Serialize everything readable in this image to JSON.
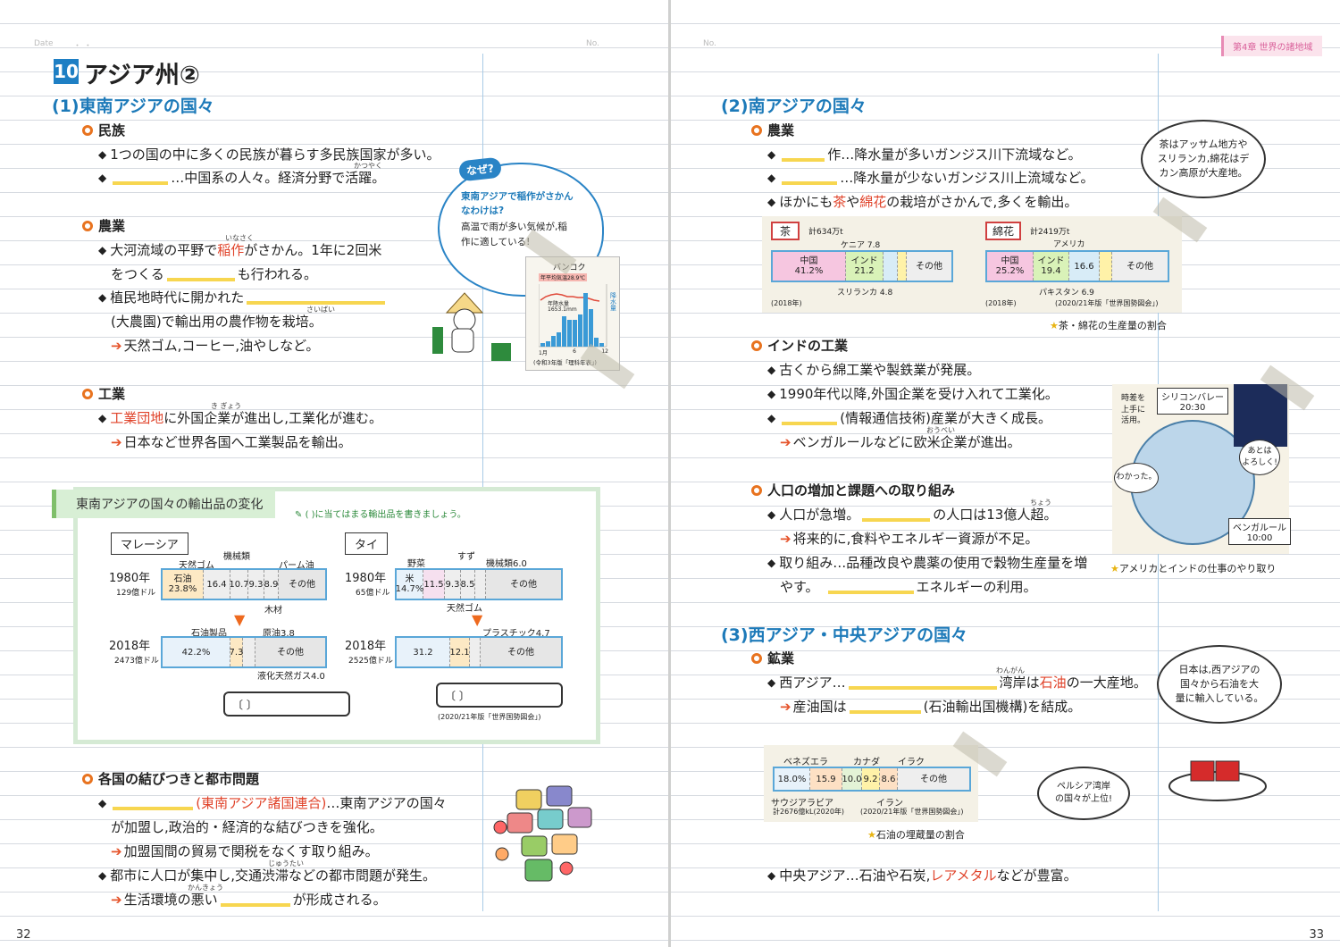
{
  "left": {
    "header": {
      "date": "Date",
      "dots": "・    ・",
      "no": "No."
    },
    "chapter": {
      "num": "10",
      "title": "アジア州②"
    },
    "sec1": "(1)東南アジアの国々",
    "minzoku": {
      "head": "民族",
      "l1": "1つの国の中に多くの民族が暮らす多民族国家が多い。",
      "l2": "…中国系の人々。経済分野で活躍。",
      "ruby1": "かつやく"
    },
    "nogyo": {
      "head": "農業",
      "l1a": "大河流域の平野で",
      "l1b": "稲作",
      "l1c": "がさかん。1年に2回米",
      "l2a": "をつくる",
      "l2b": "も行われる。",
      "l3": "植民地時代に開かれた",
      "l4": "(大農園)で輸出用の農作物を栽培。",
      "l5": "天然ゴム,コーヒー,油やしなど。",
      "ruby_ine": "いなさく",
      "ruby_sai": "さいばい"
    },
    "kogyo": {
      "head": "工業",
      "l1a": "工業団地",
      "l1b": "に外国企業が進出し,工業化が進む。",
      "l2": "日本など世界各国へ工業製品を輸出。",
      "ruby": "き ぎょう"
    },
    "naze": {
      "badge": "なぜ?",
      "q1": "東南アジアで稲作がさかん",
      "q2": "なわけは?",
      "a1": "高温で雨が多い気候が,稲",
      "a2": "作に適している!"
    },
    "climate": {
      "city": "バンコク",
      "temp": "年平均気温28.9℃",
      "rain": "年降水量",
      "rainval": "1653.1mm",
      "source": "(令和3年版「理科年表」)",
      "axis_r": "降水量",
      "ticks": [
        "1月",
        "6",
        "12"
      ]
    },
    "export": {
      "title": "東南アジアの国々の輸出品の変化",
      "instr": "( )に当てはまる輸出品を書きましょう。",
      "malaysia": "マレーシア",
      "thai": "タイ",
      "m1980": {
        "year": "1980年",
        "total": "129億ドル",
        "segs": [
          "石油\n23.8%",
          "16.4",
          "10.7",
          "9.3",
          "8.9",
          "その他"
        ],
        "labels": {
          "a": "天然ゴム",
          "b": "機械類",
          "c": "パーム油",
          "d": "木材"
        }
      },
      "m2018": {
        "year": "2018年",
        "total": "2473億ドル",
        "segs": [
          "42.2%",
          "7.3",
          "",
          "その他"
        ],
        "labels": {
          "a": "石油製品",
          "b": "原油3.8",
          "c": "液化天然ガス4.0"
        }
      },
      "t1980": {
        "year": "1980年",
        "total": "65億ドル",
        "segs": [
          "米\n14.7%",
          "11.5",
          "9.3",
          "8.5",
          "",
          "その他"
        ],
        "labels": {
          "a": "野菜",
          "b": "すず",
          "c": "機械類6.0",
          "d": "天然ゴム"
        }
      },
      "t2018": {
        "year": "2018年",
        "total": "2525億ドル",
        "segs": [
          "31.2",
          "12.1",
          "",
          "その他"
        ],
        "labels": {
          "a": "プラスチック4.7"
        }
      },
      "bracket_l": "〔                        〕",
      "bracket_r": "〔                        〕",
      "source": "(2020/21年版「世界国勢図会」)"
    },
    "toshi": {
      "head": "各国の結びつきと都市問題",
      "l1a": "(東南アジア諸国連合)",
      "l1b": "…東南アジアの国々",
      "l2": "が加盟し,政治的・経済的な結びつきを強化。",
      "l3": "加盟国間の貿易で関税をなくす取り組み。",
      "l4": "都市に人口が集中し,交通渋滞などの都市問題が発生。",
      "l5a": "生活環境の悪い",
      "l5b": "が形成される。",
      "ruby_ju": "じゅうたい",
      "ruby_ka": "かんきょう"
    },
    "page_no": "32"
  },
  "right": {
    "header": {
      "no": "No.",
      "chapter_tag": "第4章 世界の諸地域"
    },
    "sec2": "(2)南アジアの国々",
    "nogyo": {
      "head": "農業",
      "l1": "作…降水量が多いガンジス川下流域など。",
      "l2": "…降水量が少ないガンジス川上流域など。",
      "l3a": "ほかにも",
      "l3b": "茶",
      "l3c": "や",
      "l3d": "綿花",
      "l3e": "の栽培がさかんで,多くを輸出。"
    },
    "tea_bubble": [
      "茶はアッサム地方や",
      "スリランカ,綿花はデ",
      "カン高原が大産地。"
    ],
    "tea": {
      "label": "茶",
      "total": "計634万t",
      "segs": [
        "中国\n41.2%",
        "インド\n21.2",
        "",
        "",
        "その他"
      ],
      "kenya": "ケニア 7.8",
      "srilanka": "スリランカ 4.8",
      "year": "(2018年)"
    },
    "cotton": {
      "label": "綿花",
      "total": "計2419万t",
      "segs": [
        "中国\n25.2%",
        "インド\n19.4",
        "16.6",
        "",
        "その他"
      ],
      "usa": "アメリカ",
      "pakistan": "パキスタン 6.9",
      "year": "(2018年)",
      "source": "(2020/21年版「世界国勢図会」)"
    },
    "tea_caption": "茶・綿花の生産量の割合",
    "india": {
      "head": "インドの工業",
      "l1": "古くから綿工業や製鉄業が発展。",
      "l2": "1990年代以降,外国企業を受け入れて工業化。",
      "l3": "(情報通信技術)産業が大きく成長。",
      "l4": "ベンガルールなどに欧米企業が進出。",
      "ruby": "おうべい"
    },
    "time": {
      "jisa": [
        "時差を",
        "上手に",
        "活用。"
      ],
      "sv": "シリコンバレー",
      "svtime": "20:30",
      "bg": "ベンガルール",
      "bgtime": "10:00",
      "ato": [
        "あとは",
        "よろしく!"
      ],
      "wakatta": "わかった。",
      "caption": "アメリカとインドの仕事のやり取り"
    },
    "jinko": {
      "head": "人口の増加と課題への取り組み",
      "l1a": "人口が急増。",
      "l1b": "の人口は13億人超。",
      "l2": "将来的に,食料やエネルギー資源が不足。",
      "l3": "取り組み…品種改良や農薬の使用で穀物生産量を増",
      "l4a": "やす。",
      "l4b": "エネルギーの利用。",
      "ruby": "ちょう"
    },
    "sec3": "(3)西アジア・中央アジアの国々",
    "kogyo": {
      "head": "鉱業",
      "l1a": "西アジア…",
      "l1b": "湾岸",
      "l1c": "は",
      "l1d": "石油",
      "l1e": "の一大産地。",
      "l2a": "産油国は",
      "l2b": "(石油輸出国機構)を結成。",
      "ruby": "わんがん"
    },
    "oil_bubble": [
      "日本は,西アジアの",
      "国々から石油を大",
      "量に輸入している。"
    ],
    "oil": {
      "segs": [
        "18.0%",
        "15.9",
        "10.0",
        "9.2",
        "8.6",
        "その他"
      ],
      "venezuela": "ベネズエラ",
      "canada": "カナダ",
      "iraq": "イラク",
      "saudi": "サウジアラビア",
      "iran": "イラン",
      "total": "計2676億kL(2020年)",
      "source": "(2020/21年版「世界国勢図会」)"
    },
    "persia_bubble": [
      "ペルシア湾岸",
      "の国々が上位!"
    ],
    "oil_caption": "石油の埋蔵量の割合",
    "central": {
      "a": "中央アジア…石油や石炭,",
      "b": "レアメタル",
      "c": "などが豊富。"
    },
    "page_no": "33"
  },
  "colors": {
    "accent": "#1d7ab9",
    "orange": "#e8731f",
    "red": "#e0432a",
    "highlight": "#f7d650",
    "china": "#f6c6e0",
    "india": "#d9f2b8",
    "bar_border": "#5aa7d8"
  }
}
